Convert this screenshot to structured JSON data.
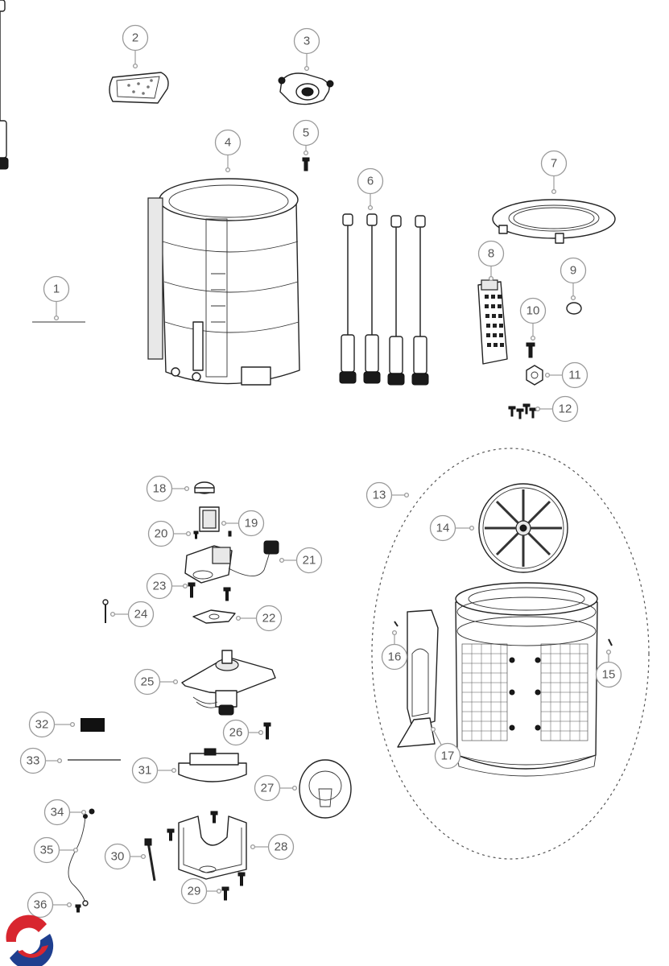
{
  "callouts": [
    {
      "num": "1",
      "part": "label-line"
    },
    {
      "num": "2",
      "part": "top-cover-plate"
    },
    {
      "num": "3",
      "part": "water-level-sensor"
    },
    {
      "num": "4",
      "part": "outer-tub"
    },
    {
      "num": "5",
      "part": "screw"
    },
    {
      "num": "6",
      "part": "suspension-rods"
    },
    {
      "num": "7",
      "part": "tub-cover-ring"
    },
    {
      "num": "8",
      "part": "lint-filter"
    },
    {
      "num": "9",
      "part": "cap"
    },
    {
      "num": "10",
      "part": "screw"
    },
    {
      "num": "11",
      "part": "nut"
    },
    {
      "num": "12",
      "part": "screws"
    },
    {
      "num": "13",
      "part": "inner-tub-assembly"
    },
    {
      "num": "14",
      "part": "pulsator"
    },
    {
      "num": "15",
      "part": "pin"
    },
    {
      "num": "16",
      "part": "pin"
    },
    {
      "num": "17",
      "part": "filter-housing"
    },
    {
      "num": "18",
      "part": "cap"
    },
    {
      "num": "19",
      "part": "drain-valve"
    },
    {
      "num": "20",
      "part": "screw"
    },
    {
      "num": "21",
      "part": "drain-motor"
    },
    {
      "num": "22",
      "part": "bracket"
    },
    {
      "num": "23",
      "part": "screws"
    },
    {
      "num": "24",
      "part": "pin"
    },
    {
      "num": "25",
      "part": "clutch-assembly"
    },
    {
      "num": "26",
      "part": "screw"
    },
    {
      "num": "27",
      "part": "motor-cover"
    },
    {
      "num": "28",
      "part": "base-bracket"
    },
    {
      "num": "29",
      "part": "screw"
    },
    {
      "num": "30",
      "part": "cable-tie"
    },
    {
      "num": "31",
      "part": "motor"
    },
    {
      "num": "32",
      "part": "label"
    },
    {
      "num": "33",
      "part": "wire"
    },
    {
      "num": "34",
      "part": "clip"
    },
    {
      "num": "35",
      "part": "ground-wire"
    },
    {
      "num": "36",
      "part": "screw"
    }
  ],
  "colors": {
    "logo_red": "#d8262f",
    "logo_blue": "#1f3f8f",
    "label_black": "#111111",
    "callout_stroke": "#9a9a9a"
  },
  "icons": [
    "brand-logo-icon"
  ]
}
